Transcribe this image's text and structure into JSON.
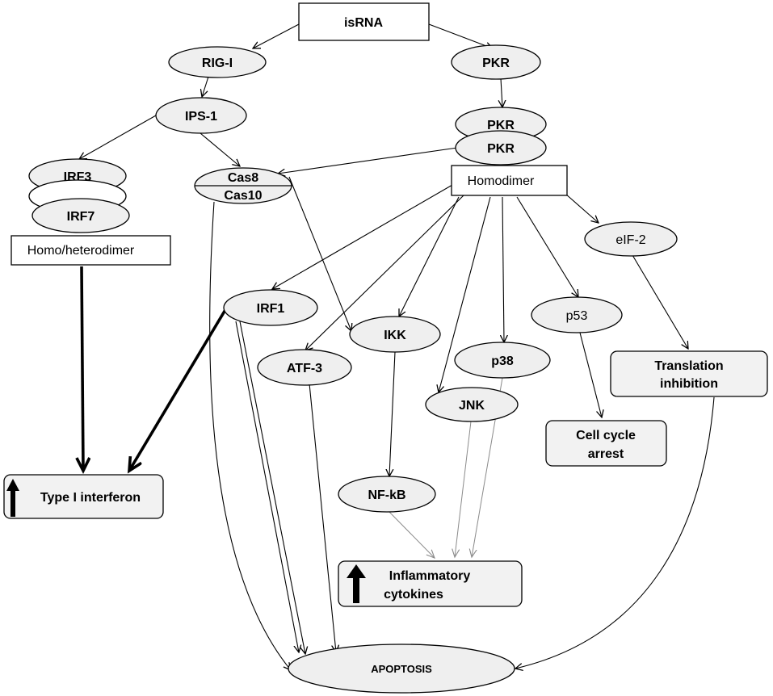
{
  "nodes": {
    "isrna": "isRNA",
    "rigi": "RIG-I",
    "pkr": "PKR",
    "pkr_dimer_top": "PKR",
    "pkr_dimer_bottom": "PKR",
    "ips1": "IPS-1",
    "irf3": "IRF3",
    "irf7": "IRF7",
    "homo_hetero": "Homo/heterodimer",
    "cas8": "Cas8",
    "cas10": "Cas10",
    "homodimer": "Homodimer",
    "eif2": "eIF-2",
    "irf1": "IRF1",
    "ikk": "IKK",
    "atf3": "ATF-3",
    "p53": "p53",
    "p38": "p38",
    "jnk": "JNK",
    "translation_inhibition": [
      "Translation",
      "inhibition"
    ],
    "cell_cycle_arrest": [
      "Cell cycle",
      "arrest"
    ],
    "nfkb": "NF-kB",
    "type1_ifn": "Type I interferon",
    "inflammatory_cytokines": [
      "Inflammatory",
      "cytokines"
    ],
    "apoptosis": "APOPTOSIS"
  }
}
